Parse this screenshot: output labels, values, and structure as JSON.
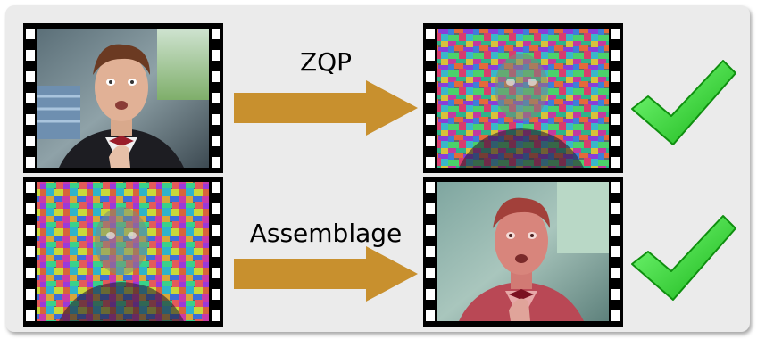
{
  "rows": [
    {
      "label": "ZQP",
      "input_frame": "original-video-frame",
      "output_frame": "scrambled-video-frame",
      "status_icon": "checkmark-icon"
    },
    {
      "label": "Assemblage",
      "input_frame": "scrambled-video-frame",
      "output_frame": "reconstructed-video-frame",
      "status_icon": "checkmark-icon"
    }
  ],
  "colors": {
    "panel": "#ebebeb",
    "arrow": "#c8902e",
    "check": "#2fd12f",
    "film": "#000000"
  }
}
